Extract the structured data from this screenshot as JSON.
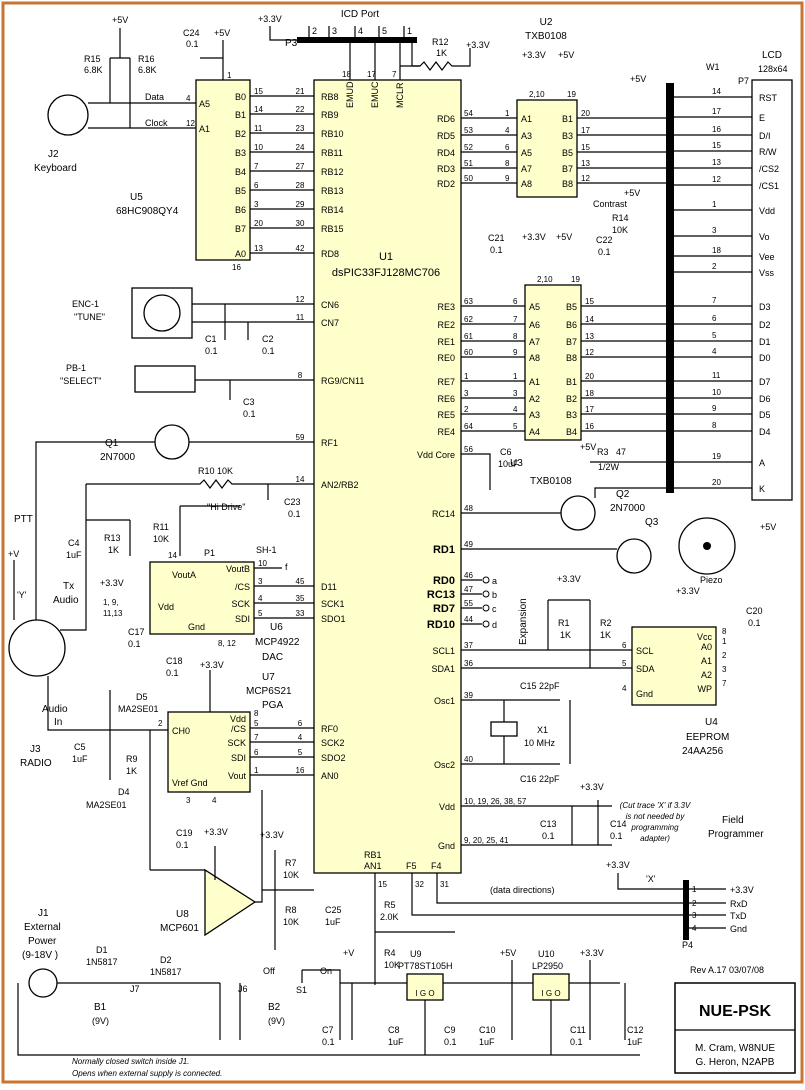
{
  "title": "NUE-PSK",
  "revision": "Rev A.17  03/07/08",
  "authors": [
    "M. Cram, W8NUE",
    "G. Heron, N2APB"
  ],
  "colors": {
    "border": "#c87533",
    "ic_fill": "#ffffcc",
    "wire": "#000000"
  },
  "u1": {
    "ref": "U1",
    "part": "dsPIC33FJ128MC706",
    "left_pins": [
      {
        "num": "21",
        "name": "RB8"
      },
      {
        "num": "22",
        "name": "RB9"
      },
      {
        "num": "23",
        "name": "RB10"
      },
      {
        "num": "24",
        "name": "RB11"
      },
      {
        "num": "27",
        "name": "RB12"
      },
      {
        "num": "28",
        "name": "RB13"
      },
      {
        "num": "29",
        "name": "RB14"
      },
      {
        "num": "30",
        "name": "RB15"
      },
      {
        "num": "42",
        "name": "RD8"
      },
      {
        "num": "12",
        "name": "CN6"
      },
      {
        "num": "11",
        "name": "CN7"
      },
      {
        "num": "8",
        "name": "RG9/CN11"
      },
      {
        "num": "59",
        "name": "RF1"
      },
      {
        "num": "14",
        "name": "AN2/RB2"
      },
      {
        "num": "45",
        "name": "D11"
      },
      {
        "num": "35",
        "name": "SCK1"
      },
      {
        "num": "33",
        "name": "SDO1"
      },
      {
        "num": "6",
        "name": "RF0"
      },
      {
        "num": "4",
        "name": "SCK2"
      },
      {
        "num": "5",
        "name": "SDO2"
      },
      {
        "num": "16",
        "name": "AN0"
      }
    ],
    "right_pins": [
      {
        "num": "54",
        "name": "RD6"
      },
      {
        "num": "53",
        "name": "RD5"
      },
      {
        "num": "52",
        "name": "RD4"
      },
      {
        "num": "51",
        "name": "RD3"
      },
      {
        "num": "50",
        "name": "RD2"
      },
      {
        "num": "63",
        "name": "RE3"
      },
      {
        "num": "62",
        "name": "RE2"
      },
      {
        "num": "61",
        "name": "RE1"
      },
      {
        "num": "60",
        "name": "RE0"
      },
      {
        "num": "1",
        "name": "RE7"
      },
      {
        "num": "3",
        "name": "RE6"
      },
      {
        "num": "2",
        "name": "RE5"
      },
      {
        "num": "64",
        "name": "RE4"
      },
      {
        "num": "56",
        "name": "Vdd Core"
      },
      {
        "num": "48",
        "name": "RC14"
      },
      {
        "num": "49",
        "name": "RD1"
      },
      {
        "num": "46",
        "name": "RD0"
      },
      {
        "num": "47",
        "name": "RC13"
      },
      {
        "num": "55",
        "name": "RD7"
      },
      {
        "num": "44",
        "name": "RD10"
      },
      {
        "num": "37",
        "name": "SCL1"
      },
      {
        "num": "36",
        "name": "SDA1"
      },
      {
        "num": "39",
        "name": "Osc1"
      },
      {
        "num": "40",
        "name": "Osc2"
      },
      {
        "num": "10, 19, 26, 38, 57",
        "name": "Vdd"
      },
      {
        "num": "9, 20, 25, 41",
        "name": "Gnd"
      }
    ],
    "top_pins": [
      {
        "num": "18",
        "name": "EMUD"
      },
      {
        "num": "17",
        "name": "EMUC"
      },
      {
        "num": "7",
        "name": "MCLR"
      }
    ],
    "bottom_pins": [
      {
        "num": "15",
        "name": "RB1 AN1"
      },
      {
        "num": "32",
        "name": "F5"
      },
      {
        "num": "31",
        "name": "F4"
      }
    ]
  },
  "labels": {
    "vcc33": "+3.3V",
    "vcc5": "+5V",
    "v": "+V",
    "icd": "ICD Port",
    "p3": "P3",
    "r12": "R12",
    "r12v": "1K",
    "u2": "U2",
    "u2p": "TXB0108",
    "u3": "U3",
    "u3p": "TXB0108",
    "w1": "W1",
    "lcd": "LCD",
    "lcd2": "128x64",
    "p7": "P7",
    "j2": "J2",
    "keyboard": "Keyboard",
    "data": "Data",
    "clock": "Clock",
    "r15": "R15",
    "r15v": "6.8K",
    "r16": "R16",
    "r16v": "6.8K",
    "c24": "C24",
    "c24v": "0.1",
    "u5": "U5",
    "u5p": "68HC908QY4",
    "enc": "ENC-1",
    "tune": "\"TUNE\"",
    "pb": "PB-1",
    "select": "\"SELECT\"",
    "c1": "C1",
    "c1v": "0.1",
    "c2": "C2",
    "c2v": "0.1",
    "c3": "C3",
    "c3v": "0.1",
    "q1": "Q1",
    "q1p": "2N7000",
    "ptt": "PTT",
    "r10": "R10 10K",
    "c23": "C23",
    "c23v": "0.1",
    "c4": "C4",
    "c4v": "1uF",
    "r13": "R13",
    "r13v": "1K",
    "r11": "R11",
    "r11v": "10K",
    "hidrive": "\"Hi Drive\"",
    "p1": "P1",
    "sh1": "SH-1",
    "txaudio": "Tx",
    "txaudio2": "Audio",
    "y": "'Y'",
    "u6": "U6",
    "u6p": "MCP4922",
    "dac": "DAC",
    "c17": "C17",
    "c17v": "0.1",
    "c18": "C18",
    "c18v": "0.1",
    "u7": "U7",
    "u7p": "MCP6S21",
    "pga": "PGA",
    "d5": "D5",
    "d5p": "MA2SE01",
    "d4": "D4",
    "d4p": "MA2SE01",
    "audioin": "Audio",
    "audioin2": "In",
    "c5": "C5",
    "c5v": "1uF",
    "r9": "R9",
    "r9v": "1K",
    "j3": "J3",
    "radio": "RADIO",
    "c19": "C19",
    "c19v": "0.1",
    "r7": "R7",
    "r7v": "10K",
    "r8": "R8",
    "r8v": "10K",
    "c25": "C25",
    "c25v": "1uF",
    "u8": "U8",
    "u8p": "MCP601",
    "c21": "C21",
    "c21v": "0.1",
    "c22": "C22",
    "c22v": "0.1",
    "contrast": "Contrast",
    "r14": "R14",
    "r14v": "10K",
    "c6": "C6",
    "c6v": "10uF",
    "r3": "R3",
    "r3v": "47",
    "r3w": "1/2W",
    "q2": "Q2",
    "q2p": "2N7000",
    "q3": "Q3",
    "piezo": "Piezo",
    "expansion": "Expansion",
    "r1": "R1",
    "r1v": "1K",
    "r2": "R2",
    "r2v": "1K",
    "c20": "C20",
    "c20v": "0.1",
    "u4": "U4",
    "u4p": "EEPROM",
    "u4n": "24AA256",
    "c15": "C15  22pF",
    "c16": "C16  22pF",
    "x1": "X1",
    "x1v": "10 MHz",
    "c13": "C13",
    "c13v": "0.1",
    "c14": "C14",
    "c14v": "0.1",
    "cutnote": [
      "(Cut trace 'X' if 3.3V",
      "is not needed by",
      "programming",
      "adapter)"
    ],
    "field": "Field",
    "programmer": "Programmer",
    "x": "'X'",
    "p4": "P4",
    "datadir": "(data directions)",
    "r5": "R5",
    "r5v": "2.0K",
    "r4": "R4",
    "r4v": "10K",
    "j1": "J1",
    "ext": "External",
    "power": "Power",
    "range": "(9-18V )",
    "d1": "D1",
    "d1p": "1N5817",
    "d2": "D2",
    "d2p": "1N5817",
    "j7": "J7",
    "j6": "J6",
    "b1": "B1",
    "b1v": "(9V)",
    "b2": "B2",
    "b2v": "(9V)",
    "s1": "S1",
    "off": "Off",
    "on": "On",
    "u9": "U9",
    "u9p": "PT78ST105H",
    "u10": "U10",
    "u10p": "LP2950",
    "ig": "I  G  O",
    "c7": "C7",
    "c7v": "0.1",
    "c8": "C8",
    "c8v": "1uF",
    "c9": "C9",
    "c9v": "0.1",
    "c10": "C10",
    "c10v": "1uF",
    "c11": "C11",
    "c11v": "0.1",
    "c12": "C12",
    "c12v": "1uF",
    "note1": "Normally closed switch inside J1.",
    "note2": "Opens when external supply is connected."
  },
  "lcd_pins": [
    {
      "num": "14",
      "name": "RST"
    },
    {
      "num": "17",
      "name": "E"
    },
    {
      "num": "16",
      "name": "D/I"
    },
    {
      "num": "15",
      "name": "R/W"
    },
    {
      "num": "13",
      "name": "/CS2"
    },
    {
      "num": "12",
      "name": "/CS1"
    },
    {
      "num": "1",
      "name": "Vdd"
    },
    {
      "num": "3",
      "name": "Vo"
    },
    {
      "num": "18",
      "name": "Vee"
    },
    {
      "num": "2",
      "name": "Vss"
    },
    {
      "num": "7",
      "name": "D3"
    },
    {
      "num": "6",
      "name": "D2"
    },
    {
      "num": "5",
      "name": "D1"
    },
    {
      "num": "4",
      "name": "D0"
    },
    {
      "num": "11",
      "name": "D7"
    },
    {
      "num": "10",
      "name": "D6"
    },
    {
      "num": "9",
      "name": "D5"
    },
    {
      "num": "8",
      "name": "D4"
    },
    {
      "num": "19",
      "name": "A"
    },
    {
      "num": "20",
      "name": "K"
    }
  ],
  "u2_pins": {
    "left": [
      "A1",
      "A3",
      "A5",
      "A7",
      "A8"
    ],
    "right": [
      "B1",
      "B3",
      "B5",
      "B7",
      "B8"
    ],
    "lnums": [
      "1",
      "4",
      "6",
      "8",
      "9"
    ],
    "rnums": [
      "20",
      "17",
      "15",
      "13",
      "12"
    ],
    "top": "2,10",
    "top2": "19",
    "bot": "11"
  },
  "u3_pins": {
    "left": [
      "A5",
      "A6",
      "A7",
      "A8",
      "A1",
      "A2",
      "A3",
      "A4"
    ],
    "right": [
      "B5",
      "B6",
      "B7",
      "B8",
      "B1",
      "B2",
      "B3",
      "B4"
    ],
    "lnums": [
      "6",
      "7",
      "8",
      "9",
      "1",
      "3",
      "4",
      "5"
    ],
    "rnums": [
      "15",
      "14",
      "13",
      "12",
      "20",
      "18",
      "17",
      "16"
    ],
    "top": "2,10",
    "top2": "19",
    "bot": "11"
  },
  "u5_pins": {
    "left": [
      "A5",
      "A1"
    ],
    "right": [
      "B0",
      "B1",
      "B2",
      "B3",
      "B4",
      "B5",
      "B6",
      "B7",
      "A0"
    ],
    "lnums": [
      "4",
      "12"
    ],
    "rnums": [
      "15",
      "14",
      "11",
      "10",
      "7",
      "6",
      "3",
      "20",
      "13"
    ],
    "top": "1",
    "bot": "16"
  },
  "u6_pins": {
    "left": [
      "Vdd"
    ],
    "right": [
      "VoutB",
      "/CS",
      "SCK",
      "SDI"
    ],
    "top": "VoutA",
    "bot": "Gnd",
    "lnums": "1, 9, 11,13",
    "rnums": [
      "10",
      "3",
      "4",
      "5"
    ],
    "botnums": "8, 12",
    "topnum": "14"
  },
  "u7_pins": {
    "left": [
      "CH0"
    ],
    "right": [
      "Vdd",
      "/CS",
      "SCK",
      "SDI",
      "Vout"
    ],
    "bot": "Vref  Gnd",
    "rnums": [
      "8",
      "5",
      "7",
      "6",
      "1"
    ],
    "lnum": "2",
    "botnums": [
      "3",
      "4"
    ]
  },
  "u4_pins": {
    "left": [
      "SCL",
      "SDA",
      "Gnd"
    ],
    "right": [
      "Vcc",
      "A0",
      "A1",
      "A2",
      "WP"
    ],
    "lnums": [
      "6",
      "5",
      "4"
    ],
    "rnums": [
      "8",
      "1",
      "2",
      "3",
      "7"
    ]
  },
  "p4_pins": [
    {
      "num": "1",
      "name": "+3.3V"
    },
    {
      "num": "2",
      "name": "RxD"
    },
    {
      "num": "3",
      "name": "TxD"
    },
    {
      "num": "4",
      "name": "Gnd"
    }
  ],
  "icd_pins": [
    "2",
    "3",
    "4",
    "5",
    "1"
  ],
  "expansion_pins": [
    "a",
    "b",
    "c",
    "d"
  ],
  "u6_f": "f"
}
